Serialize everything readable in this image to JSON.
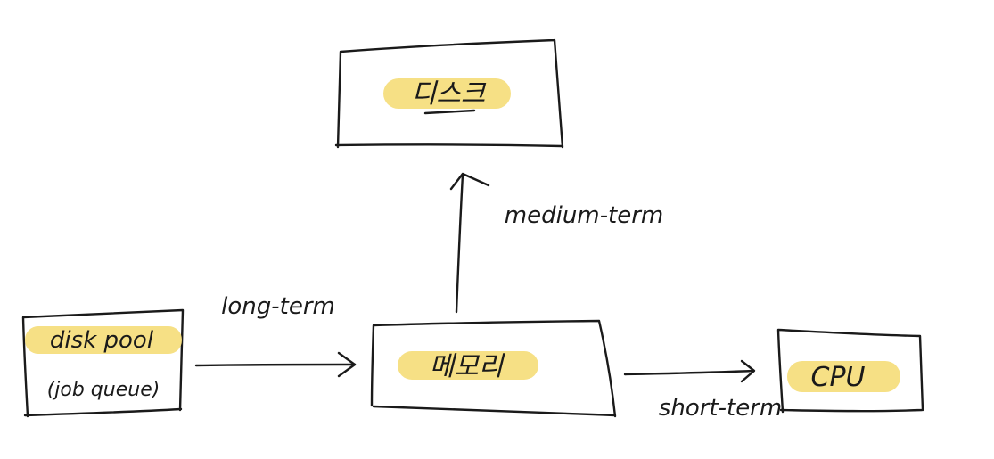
{
  "nodes": {
    "disk": {
      "label": "디스크"
    },
    "disk_pool": {
      "label": "disk pool",
      "sublabel": "(job queue)"
    },
    "memory": {
      "label": "메모리"
    },
    "cpu": {
      "label": "CPU"
    }
  },
  "edges": {
    "long_term": {
      "label": "long-term"
    },
    "medium_term": {
      "label": "medium-term"
    },
    "short_term": {
      "label": "short-term"
    }
  },
  "colors": {
    "highlight": "#f6de7e",
    "ink": "#1a1a1a"
  }
}
